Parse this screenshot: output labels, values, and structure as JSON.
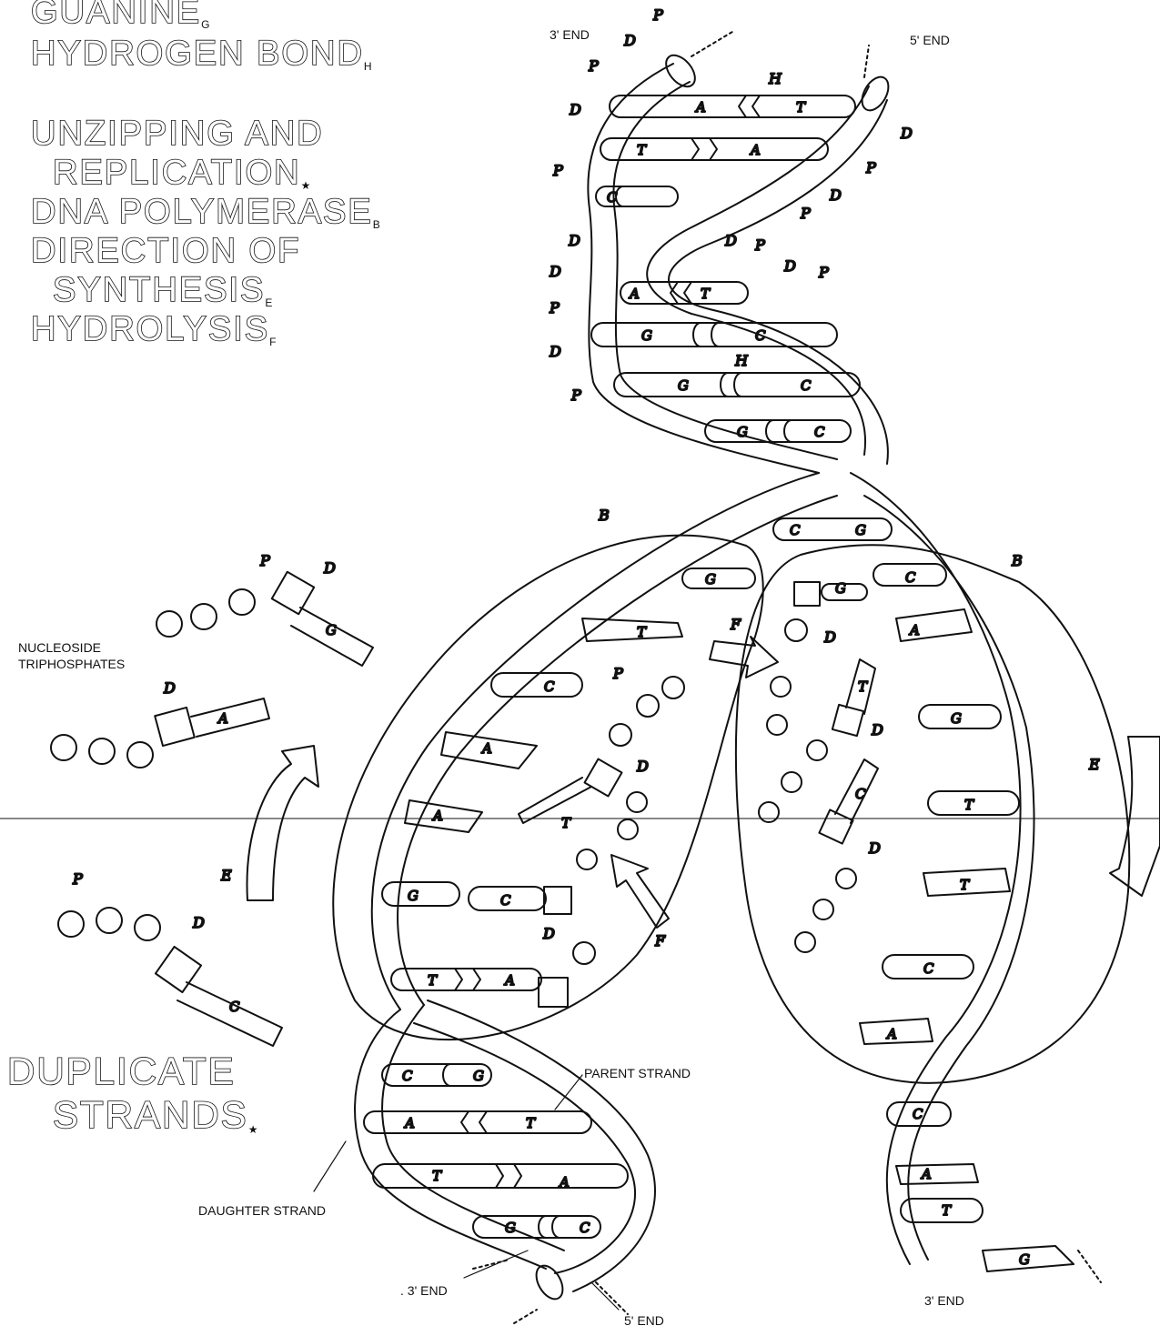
{
  "titles": {
    "guanine": {
      "text": "GUANINE",
      "sub": "G"
    },
    "hydrogen_bond": {
      "text": "HYDROGEN BOND",
      "sub": "H"
    },
    "unzipping_1": "UNZIPPING AND",
    "unzipping_2": {
      "text": "REPLICATION",
      "sub": "★"
    },
    "dna_polymerase": {
      "text": "DNA POLYMERASE",
      "sub": "B"
    },
    "direction_1": "DIRECTION OF",
    "direction_2": {
      "text": "SYNTHESIS",
      "sub": "E"
    },
    "hydrolysis": {
      "text": "HYDROLYSIS",
      "sub": "F"
    },
    "duplicate_1": "DUPLICATE",
    "duplicate_2": {
      "text": "STRANDS",
      "sub": "★"
    }
  },
  "labels": {
    "end_3_top": "3' END",
    "end_5_top": "5' END",
    "nucleoside_1": "NUCLEOSIDE",
    "nucleoside_2": "TRIPHOSPHATES",
    "parent_strand": "PARENT STRAND",
    "daughter_strand": "DAUGHTER STRAND",
    "end_3_bottom_left": ". 3' END",
    "end_5_bottom": "5' END",
    "end_3_bottom_right": "3' END"
  },
  "hand_labels": {
    "P": "P",
    "D": "D",
    "H": "H",
    "B": "B",
    "E": "E",
    "F": "F"
  },
  "bases": {
    "A": "A",
    "T": "T",
    "G": "G",
    "C": "C"
  }
}
